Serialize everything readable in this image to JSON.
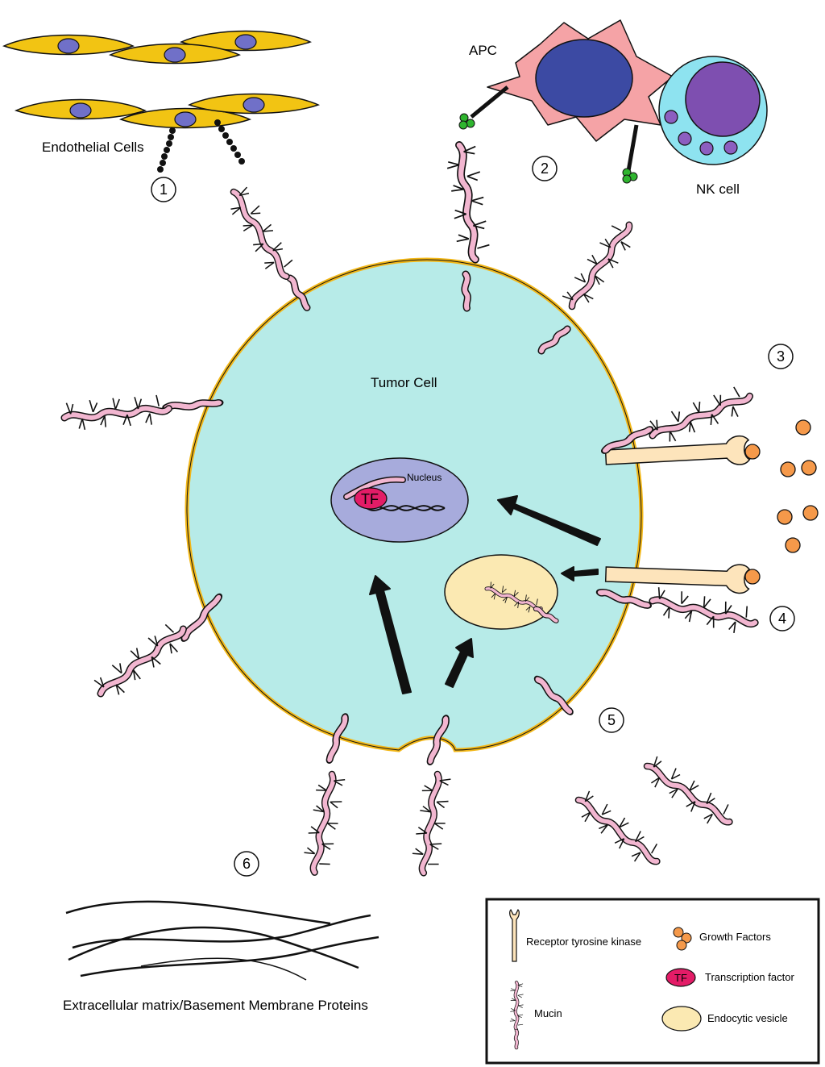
{
  "labels": {
    "endothelial": "Endothelial Cells",
    "apc": "APC",
    "nk": "NK cell",
    "tumor": "Tumor Cell",
    "nucleus": "Nucleus",
    "tf": "TF",
    "ecm": "Extracellular matrix/Basement Membrane Proteins"
  },
  "steps": [
    "1",
    "2",
    "3",
    "4",
    "5",
    "6"
  ],
  "legend": {
    "rtk": "Receptor tyrosine kinase",
    "gf": "Growth Factors",
    "tf_icon": "TF",
    "tf": "Transcription factor",
    "mucin": "Mucin",
    "vesicle": "Endocytic vesicle"
  },
  "colors": {
    "tumor_fill": "#b7ebe8",
    "membrane": "#f2b718",
    "mucin": "#f2b6d0",
    "nucleus": "#a7abdc",
    "vesicle": "#fbe9b2",
    "endothelial": "#f2c413",
    "endo_nucleus": "#7070c8",
    "apc_body": "#f5a3a6",
    "apc_nucleus": "#3c4aa3",
    "nk_outer": "#8ee3f0",
    "nk_nucleus": "#7e4fb0",
    "granule": "#8c5ec0",
    "growth_factor": "#f5994a",
    "rtk": "#fde4bb",
    "tf": "#e31c67",
    "antigen": "#2fb52f"
  }
}
